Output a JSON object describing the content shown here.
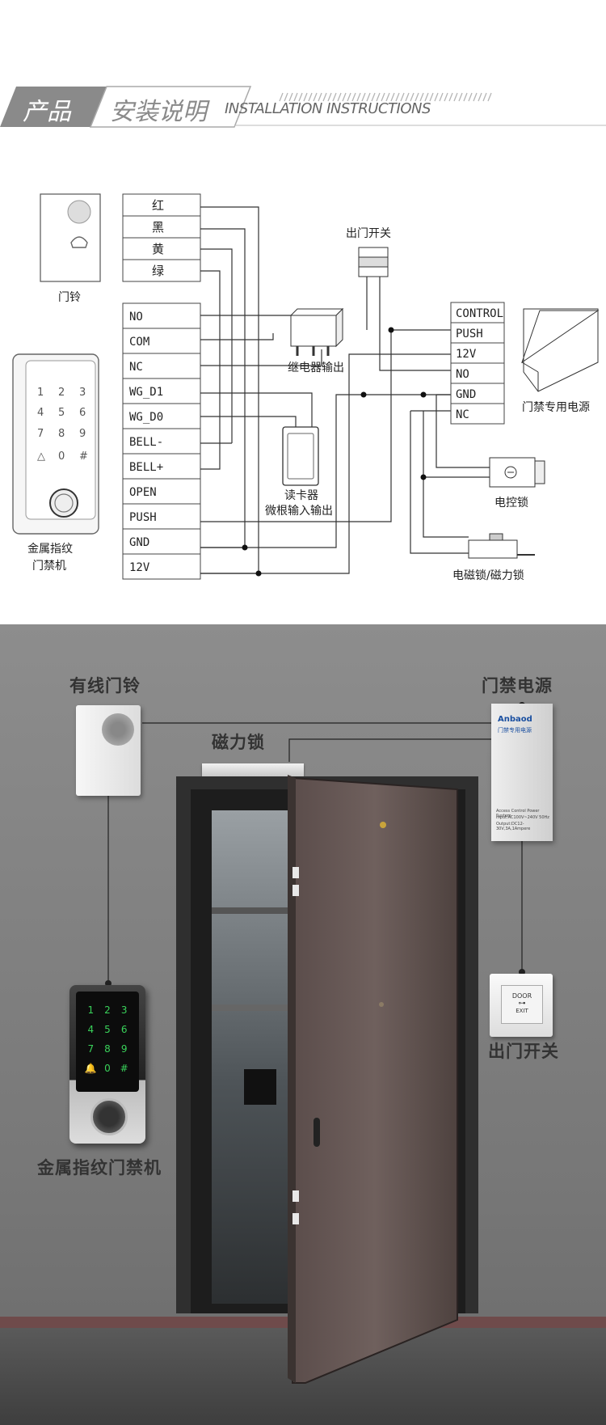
{
  "header": {
    "badge_text": "产品",
    "title_cn": "安装说明",
    "title_en": "INSTALLATION INSTRUCTIONS"
  },
  "diagram": {
    "color_rows": [
      "红",
      "黑",
      "黄",
      "绿"
    ],
    "terminal_rows": [
      "NO",
      "COM",
      "NC",
      "WG_D1",
      "WG_D0",
      "BELL-",
      "BELL+",
      "OPEN",
      "PUSH",
      "GND",
      "12V"
    ],
    "power_rows": [
      "CONTROL",
      "PUSH",
      "12V",
      "NO",
      "GND",
      "NC"
    ],
    "labels": {
      "doorbell": "门铃",
      "reader_line1": "金属指纹",
      "reader_line2": "门禁机",
      "exit_switch": "出门开关",
      "relay": "继电器输出",
      "card_reader_line1": "读卡器",
      "card_reader_line2": "微根输入输出",
      "power_supply": "门禁专用电源",
      "electric_lock": "电控锁",
      "magnetic_lock": "电磁锁/磁力锁"
    }
  },
  "scene": {
    "wired_doorbell": "有线门铃",
    "access_power": "门禁电源",
    "magnetic_lock": "磁力锁",
    "exit_button": "出门开关",
    "fingerprint_reader": "金属指纹门禁机",
    "power_brand": "Anbaod",
    "power_sub": "门禁专用电源",
    "power_spec_1": "Access Control Power System",
    "power_spec_2": "Input:AC100V~240V 50Hz",
    "power_spec_3": "Output:DC12-30V,3A,1Ampere",
    "exit_button_line1": "DOOR",
    "exit_button_line2": "EXIT",
    "keypad_keys": [
      "1",
      "2",
      "3",
      "4",
      "5",
      "6",
      "7",
      "8",
      "9",
      "🔔",
      "0",
      "#"
    ]
  }
}
